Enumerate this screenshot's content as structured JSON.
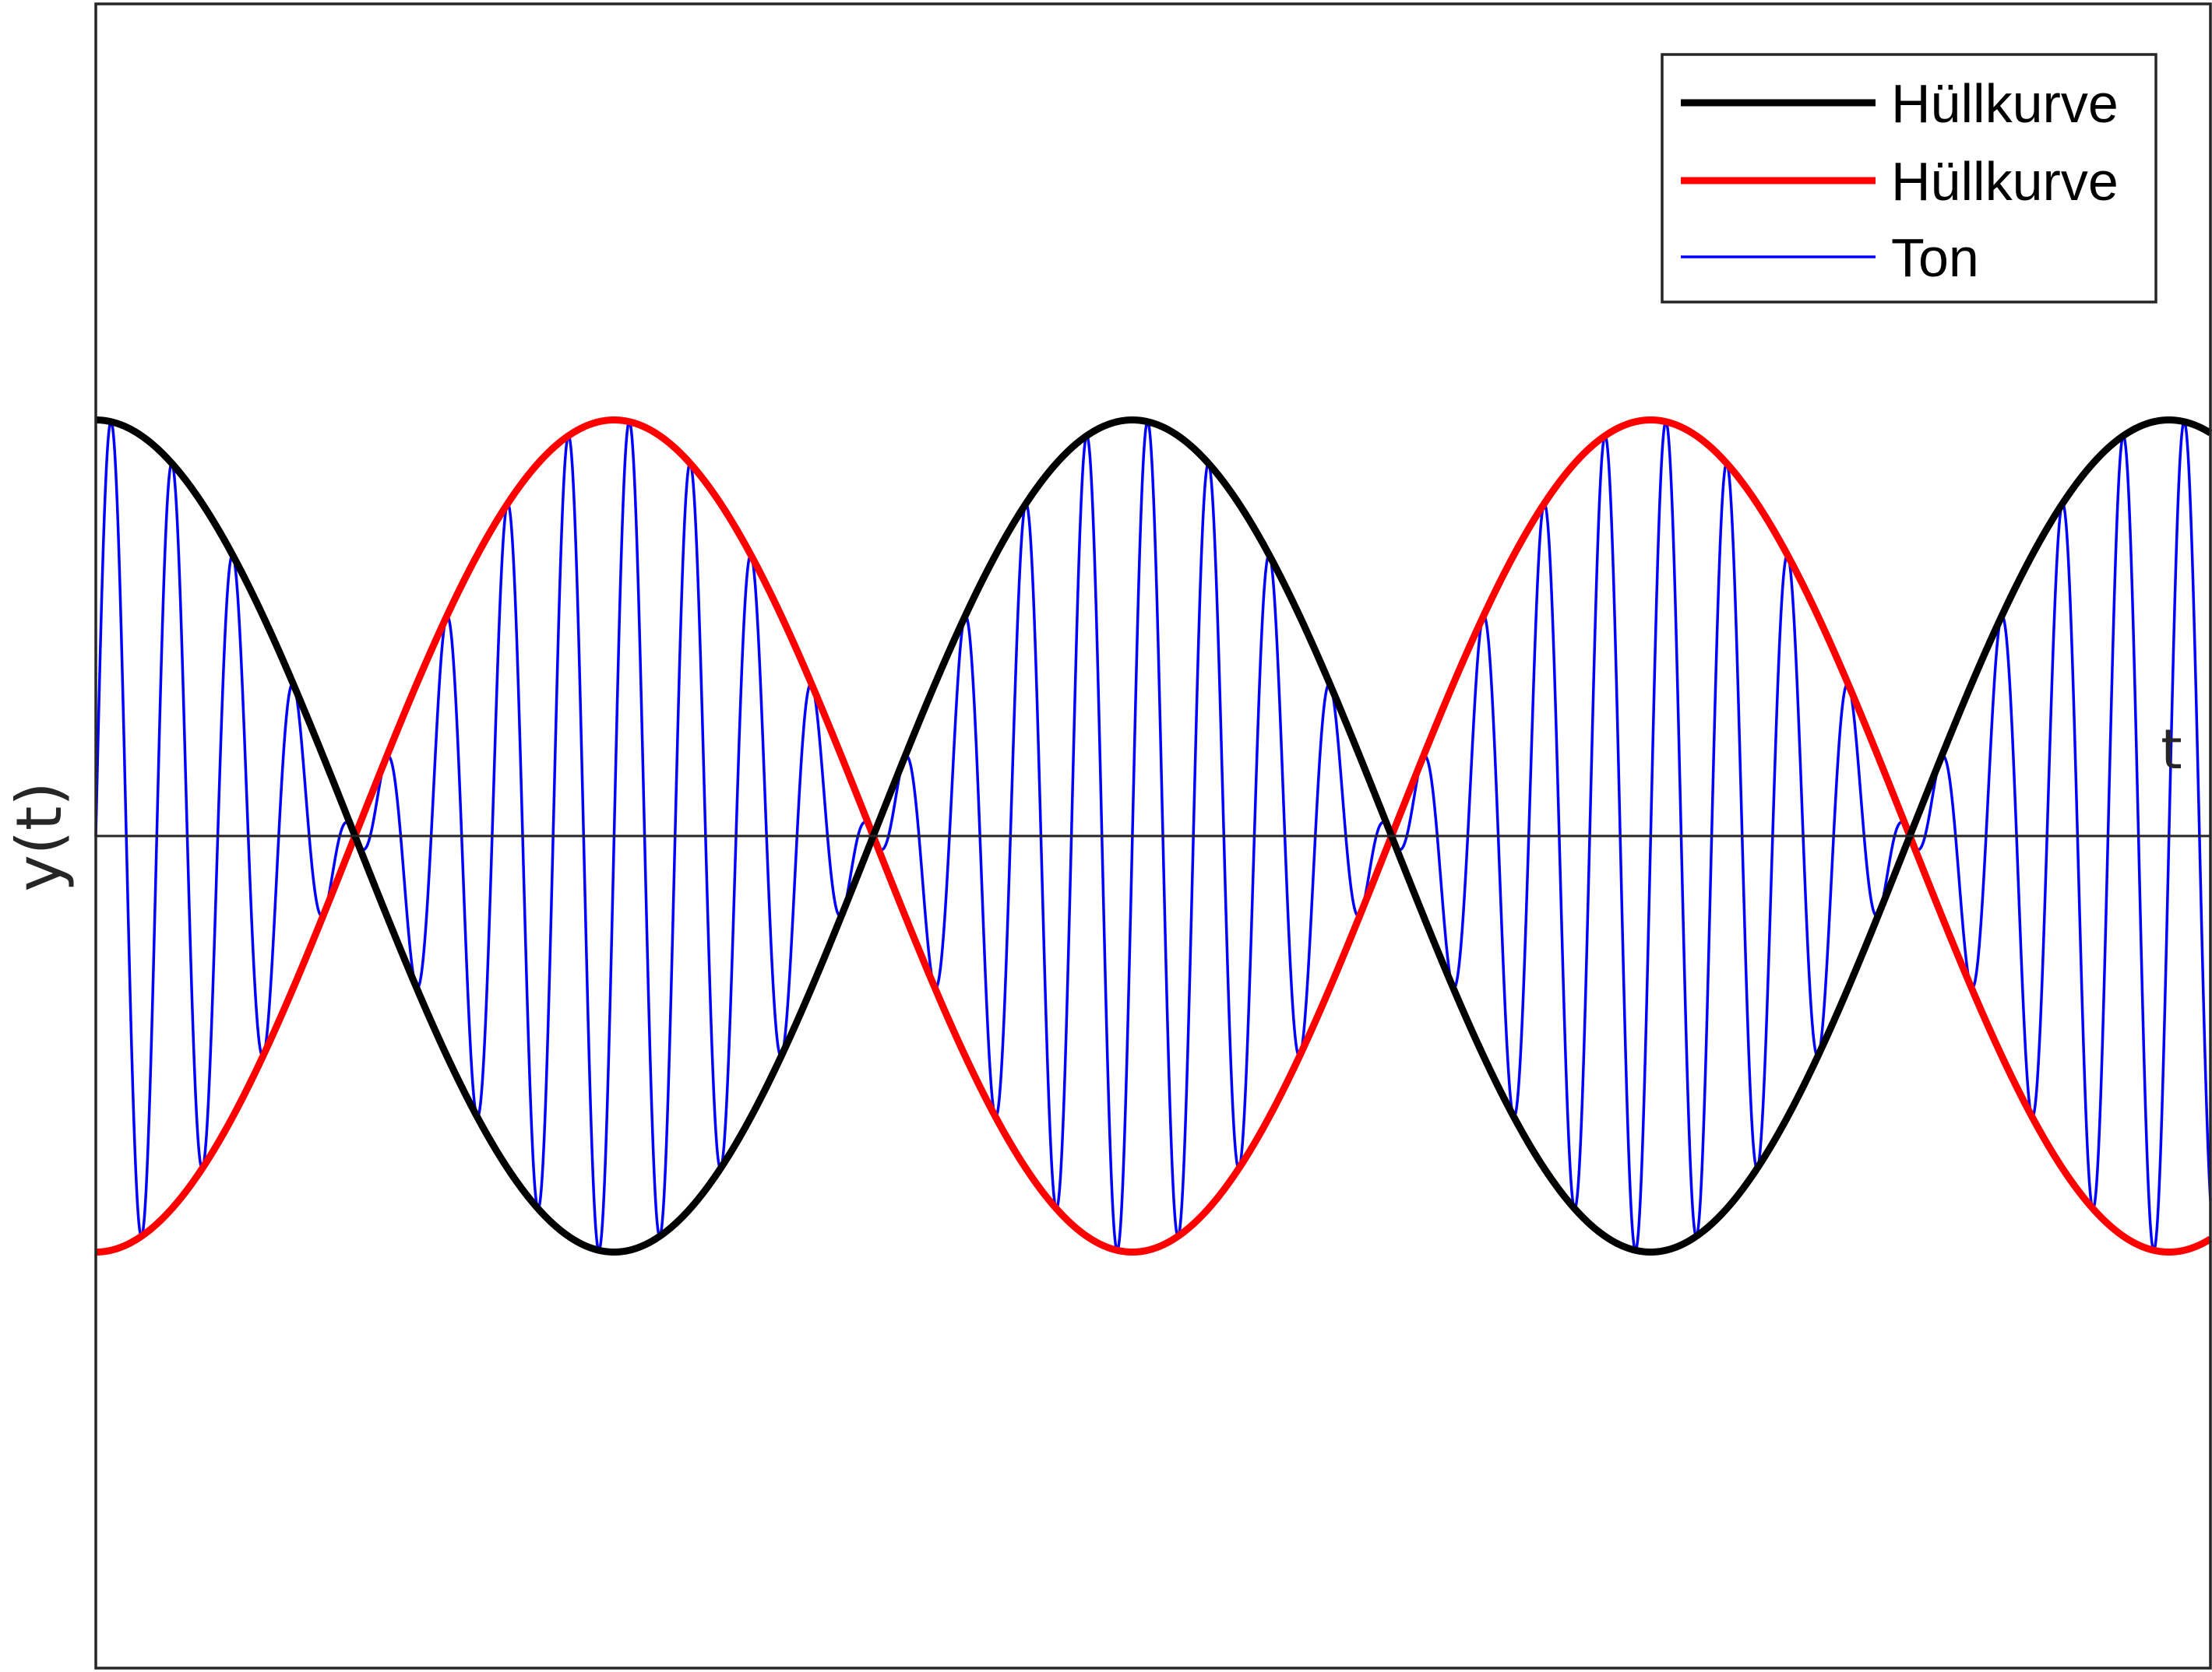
{
  "chart_data": {
    "type": "line",
    "xlabel": "t",
    "ylabel": "y(t)",
    "xlim": [
      0,
      4.08
    ],
    "ylim": [
      -2,
      2
    ],
    "grid": false,
    "legend_position": "top-right",
    "series": [
      {
        "name": "Hüllkurve",
        "color": "#000000",
        "function": "cos(pi*t)",
        "x_start": 0,
        "x_end": 4.08,
        "peaks": [
          [
            0,
            1
          ],
          [
            2,
            1
          ],
          [
            4,
            1
          ]
        ],
        "troughs": [
          [
            1,
            -1
          ],
          [
            3,
            -1
          ]
        ],
        "zeros": [
          0.5,
          1.5,
          2.5,
          3.5
        ]
      },
      {
        "name": "Hüllkurve",
        "color": "#ff0000",
        "function": "-cos(pi*t)",
        "x_start": 0,
        "x_end": 4.08,
        "peaks": [
          [
            1,
            1
          ],
          [
            3,
            1
          ]
        ],
        "troughs": [
          [
            0,
            -1
          ],
          [
            2,
            -1
          ],
          [
            4,
            -1
          ]
        ],
        "zeros": [
          0.5,
          1.5,
          2.5,
          3.5
        ]
      },
      {
        "name": "Ton",
        "color": "#0000ff",
        "function": "cos(pi*t)*sin(17*pi*t)",
        "carrier_cycles_per_unit": 8.5,
        "x_start": 0,
        "x_end": 4.08
      }
    ]
  }
}
